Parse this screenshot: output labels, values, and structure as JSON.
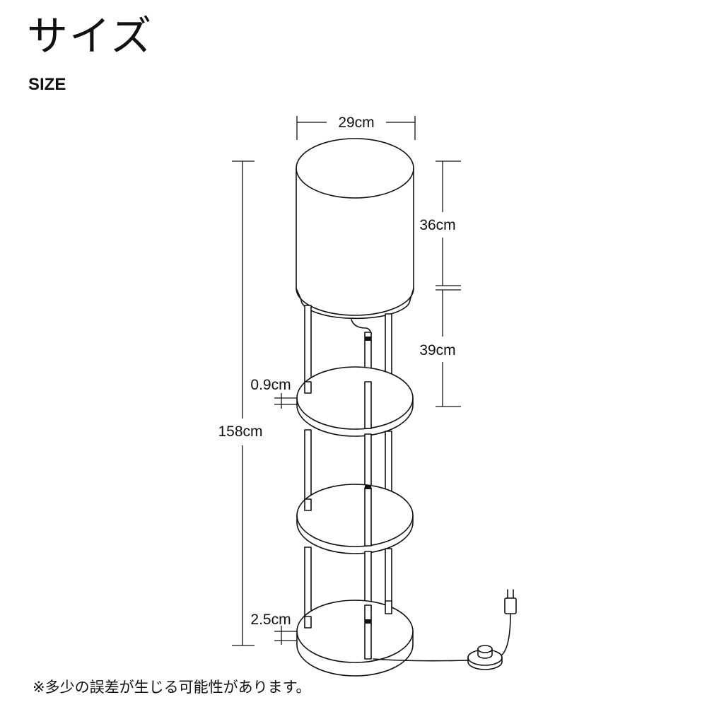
{
  "header": {
    "title_jp": "サイズ",
    "title_en": "SIZE"
  },
  "dimensions": {
    "width": "29cm",
    "shade_height": "36cm",
    "upper_height": "39cm",
    "total_height": "158cm",
    "shelf_thickness": "0.9cm",
    "base_thickness": "2.5cm"
  },
  "footer": {
    "note": "※多少の誤差が生じる可能性があります。"
  },
  "colors": {
    "line": "#111111",
    "background": "#ffffff"
  }
}
